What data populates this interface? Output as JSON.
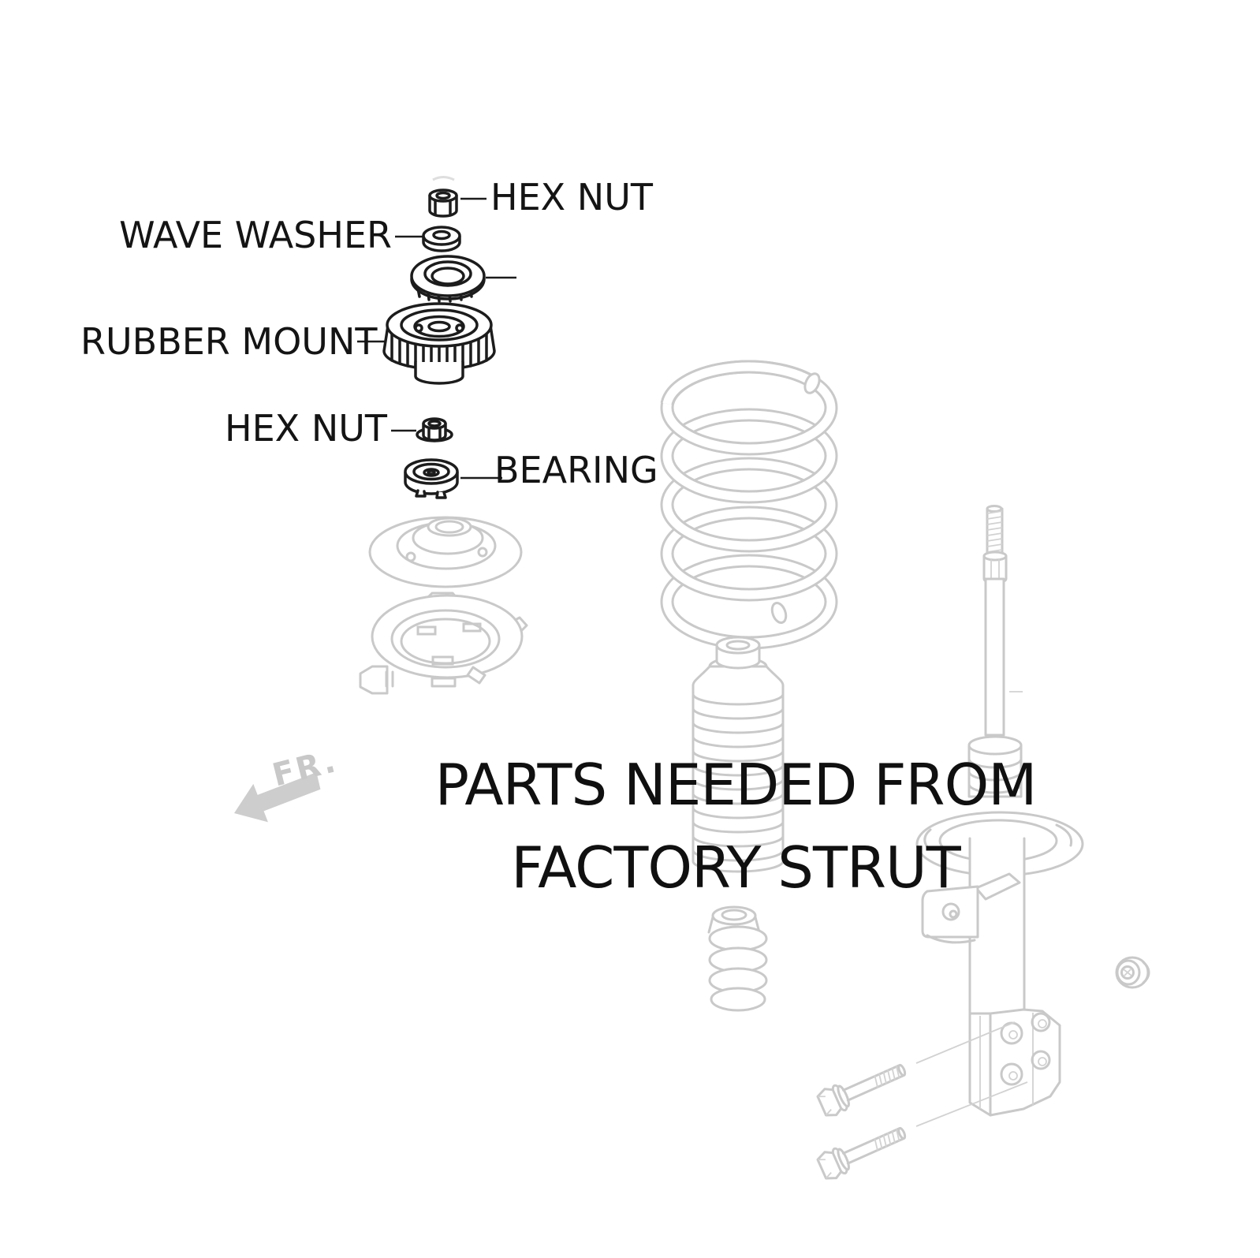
{
  "diagram": {
    "caption": {
      "line1": "PARTS NEEDED FROM",
      "line2": "FACTORY STRUT"
    },
    "labels": {
      "hex_nut_top": "HEX NUT",
      "wave_washer": "WAVE WASHER",
      "rubber_mount": "RUBBER MOUNT",
      "hex_nut_lower": "HEX NUT",
      "bearing": "BEARING"
    },
    "direction_marker": "FR.",
    "colors": {
      "ink": "#1c1c1c",
      "faded_line": "#c9c9c9",
      "text": "#101010",
      "marker_grey": "#c8c8c8",
      "background": "#ffffff"
    }
  }
}
